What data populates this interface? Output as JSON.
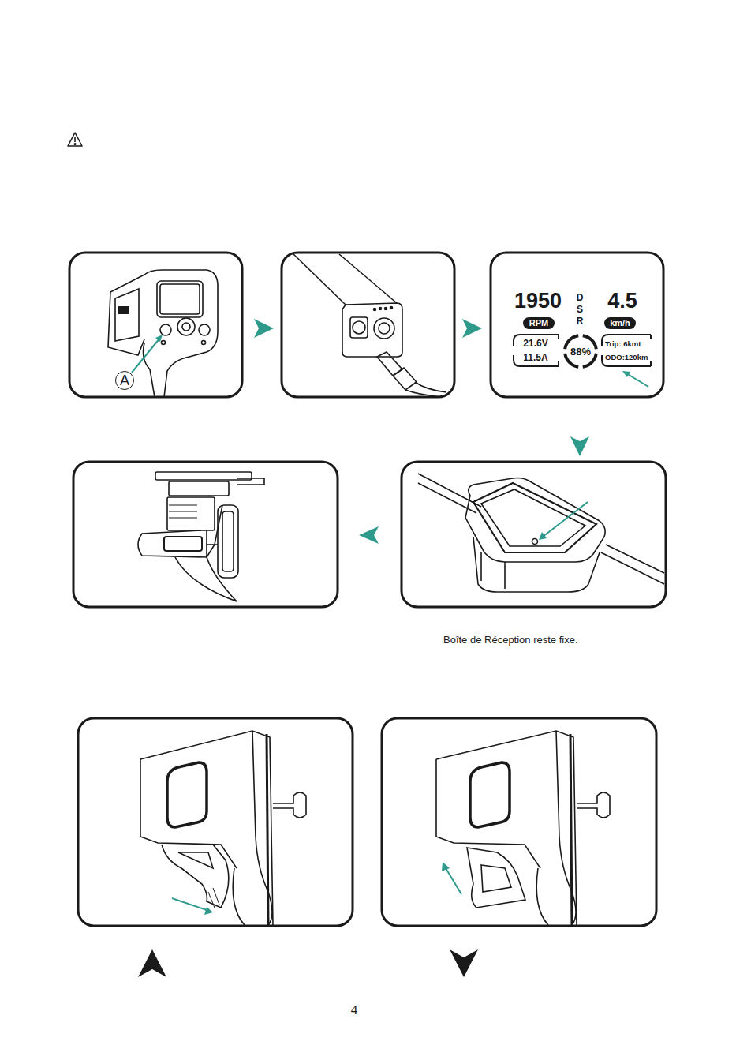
{
  "diagram": {
    "nodes": [
      {
        "text": [
          "A"
        ]
      },
      {
        "text": [
          "RPM"
        ]
      },
      {
        "text": [
          "km/h"
        ]
      },
      {
        "text": [
          "88%"
        ]
      }
    ],
    "labels": [
      "1950",
      "D",
      "S",
      "R",
      "4.5",
      "21.6V",
      "11.5A",
      "Trip: 6kmt",
      "ODO:120km",
      "Boîte de Réception reste fixe.",
      "4"
    ]
  }
}
